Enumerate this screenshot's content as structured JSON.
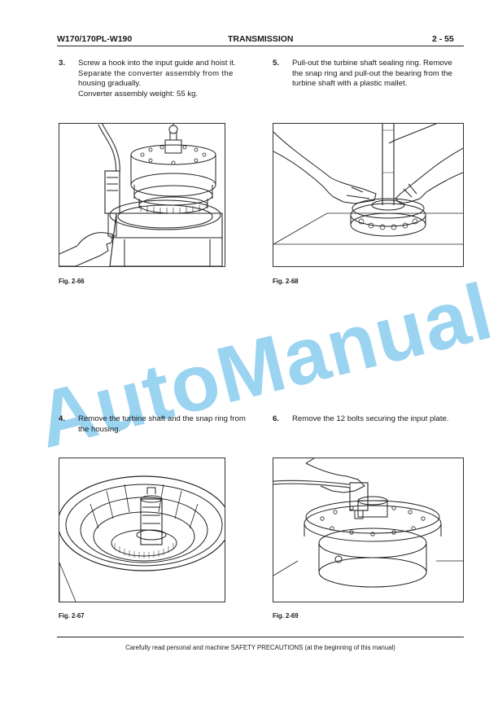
{
  "header": {
    "model": "W170/170PL-W190",
    "section": "TRANSMISSION",
    "page": "2 - 55"
  },
  "steps": [
    {
      "number": "3.",
      "lines": [
        "Screw a hook into the input guide and hoist it.",
        "Separate the converter assembly from the",
        "housing gradually.",
        "Converter assembly weight: 55 kg."
      ]
    },
    {
      "number": "5.",
      "lines": [
        "Pull-out the turbine shaft sealing ring. Remove",
        "the snap ring and pull-out the bearing from the",
        "turbine shaft with a plastic mallet."
      ]
    },
    {
      "number": "4.",
      "lines": [
        "Remove the turbine shaft and the snap ring from",
        "the housing."
      ]
    },
    {
      "number": "6.",
      "lines": [
        "Remove the 12 bolts securing the input plate."
      ]
    }
  ],
  "figures": {
    "fig_2_66": "Fig.  2-66",
    "fig_2_68": "Fig.  2-68",
    "fig_2_67": "Fig.  2-67",
    "fig_2_69": "Fig.  2-69"
  },
  "watermark": "AutoManual",
  "footer": "Carefully read personal and machine SAFETY PRECAUTIONS (at the beginning of this manual)",
  "colors": {
    "watermark": "#7ec8ee",
    "ink": "#1a1a1a"
  }
}
